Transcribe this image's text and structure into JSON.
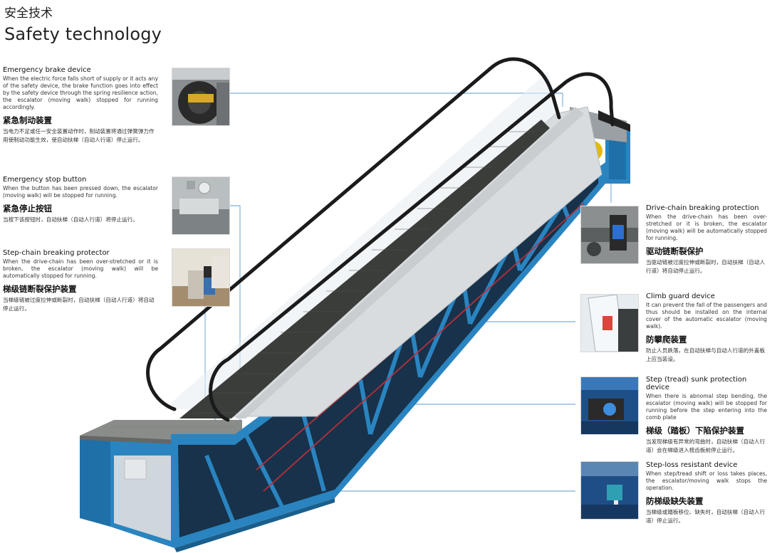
{
  "page": {
    "title_cn": "安全技术",
    "title_en": "Safety technology"
  },
  "features_left": [
    {
      "title": "Emergency brake device",
      "desc": "When the electric force falls short of supply or it acts any of the safety device, the brake function goes into effect by the safety device through the spring resilience action, the escalator (moving walk) stopped for running accordingly.",
      "title_cn": "紧急制动装置",
      "desc_cn": "当电力不足或任一安全装置动作时，制动装置将通过弹簧弹力作用使制动功能生效，使自动扶梯（自动人行道）停止运行。"
    },
    {
      "title": "Emergency stop button",
      "desc": "When the button has been pressed down, the escalator (moving walk) will be stopped for running.",
      "title_cn": "紧急停止按钮",
      "desc_cn": "当按下该按钮时，自动扶梯（自动人行道）将停止运行。"
    },
    {
      "title": "Step-chain breaking protector",
      "desc": "When the drive-chain has been over-stretched or it is broken, the escalator (moving walk) will be automatically stopped for running.",
      "title_cn": "梯级链断裂保护装置",
      "desc_cn": "当梯级链被过度拉伸或断裂时，自动扶梯（自动人行道）将自动停止运行。"
    }
  ],
  "features_right": [
    {
      "title": "Drive-chain breaking protection",
      "desc": "When the drive-chain has been over-stretched or it is broken, the escalator (moving walk) will be automatically stopped for running.",
      "title_cn": "驱动链断裂保护",
      "desc_cn": "当驱动链被过度拉伸或断裂时，自动扶梯（自动人行道）将自动停止运行。"
    },
    {
      "title": "Climb guard device",
      "desc": "It can prevent the fall of the passengers and thus should be installed on the internal cover of the automatic escalator (moving walk).",
      "title_cn": "防攀爬装置",
      "desc_cn": "防止人员跌落，在自动扶梯与自动人行道的外盖板上应当装设。"
    },
    {
      "title": "Step (tread) sunk protection device",
      "desc": "When there is abnomal step bending, the escalator (moving walk) will be stopped for running before the step entering into the comb plate",
      "title_cn": "梯级（踏板）下陷保护装置",
      "desc_cn": "当发现梯级有异常的弯曲时，自动扶梯（自动人行道）会在梯级进入梳齿板前停止运行。"
    },
    {
      "title": "Step-loss resistant device",
      "desc": "When step/tread shift or loss takes places, the escalator/moving walk stops the operation.",
      "title_cn": "防梯级缺失装置",
      "desc_cn": "当梯级或踏板移位、缺失时，自动扶梯（自动人行道）停止运行。"
    }
  ],
  "colors": {
    "truss_blue": "#2a84c0",
    "truss_dark": "#1a5e8c",
    "callout_line": "#5a9bd0",
    "handrail": "#1b1b1b",
    "steps": "#3a3d3a"
  }
}
